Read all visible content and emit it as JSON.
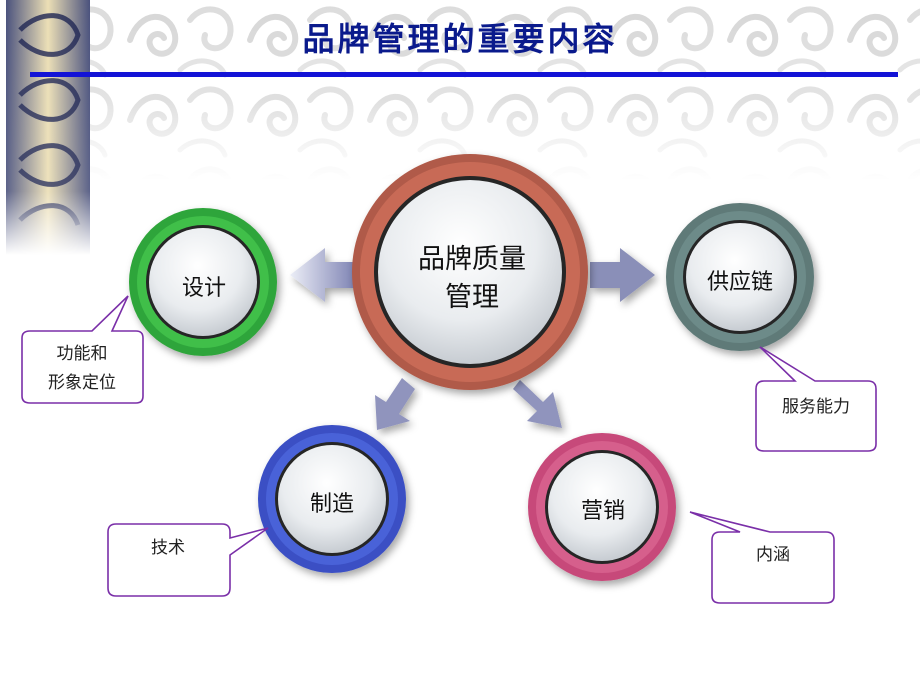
{
  "slide": {
    "title": "品牌管理的重要内容"
  },
  "diagram": {
    "center": {
      "label_line1": "品牌质量",
      "label_line2": "管理",
      "color": "#b05a48"
    },
    "nodes": [
      {
        "id": "design",
        "label": "设计",
        "color": "#2fa53a"
      },
      {
        "id": "supply",
        "label": "供应链",
        "color": "#5e7a78"
      },
      {
        "id": "manufacture",
        "label": "制造",
        "color": "#3a4fc4"
      },
      {
        "id": "marketing",
        "label": "营销",
        "color": "#c74a7a"
      }
    ],
    "callouts": [
      {
        "id": "design",
        "line1": "功能和",
        "line2": "形象定位"
      },
      {
        "id": "supply",
        "line1": "服务能力",
        "line2": ""
      },
      {
        "id": "manufacture",
        "line1": "技术",
        "line2": ""
      },
      {
        "id": "marketing",
        "line1": "内涵",
        "line2": ""
      }
    ],
    "callout_border_color": "#7a2fa8",
    "arrow_color": "#8a8fb8"
  }
}
